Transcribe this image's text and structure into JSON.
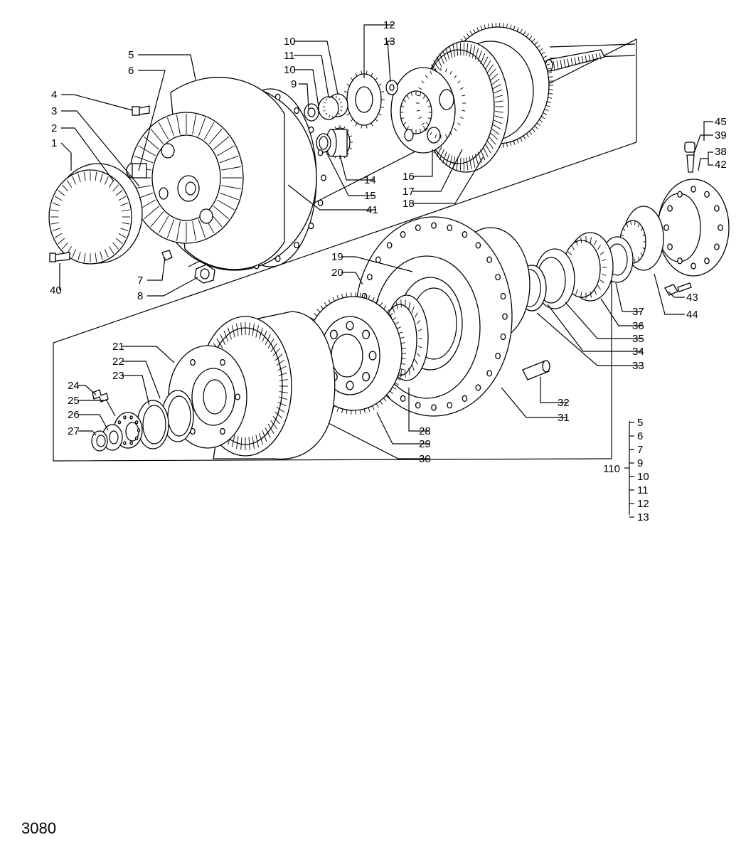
{
  "diagram": {
    "figure_number": "3080",
    "callouts": {
      "c1": "1",
      "c2": "2",
      "c3": "3",
      "c4": "4",
      "c5": "5",
      "c6": "6",
      "c7": "7",
      "c8": "8",
      "c9": "9",
      "c10a": "10",
      "c10b": "10",
      "c11": "11",
      "c12": "12",
      "c13": "13",
      "c14": "14",
      "c15": "15",
      "c16": "16",
      "c17": "17",
      "c18": "18",
      "c19": "19",
      "c20": "20",
      "c21": "21",
      "c22": "22",
      "c23": "23",
      "c24": "24",
      "c25": "25",
      "c26": "26",
      "c27": "27",
      "c28": "28",
      "c29": "29",
      "c30": "30",
      "c31": "31",
      "c32": "32",
      "c33": "33",
      "c34": "34",
      "c35": "35",
      "c36": "36",
      "c37": "37",
      "c38": "38",
      "c39": "39",
      "c40": "40",
      "c41": "41",
      "c42": "42",
      "c43": "43",
      "c44": "44",
      "c45": "45"
    },
    "kit": {
      "number": "110",
      "items": [
        "5",
        "6",
        "7",
        "9",
        "10",
        "11",
        "12",
        "13"
      ]
    }
  }
}
